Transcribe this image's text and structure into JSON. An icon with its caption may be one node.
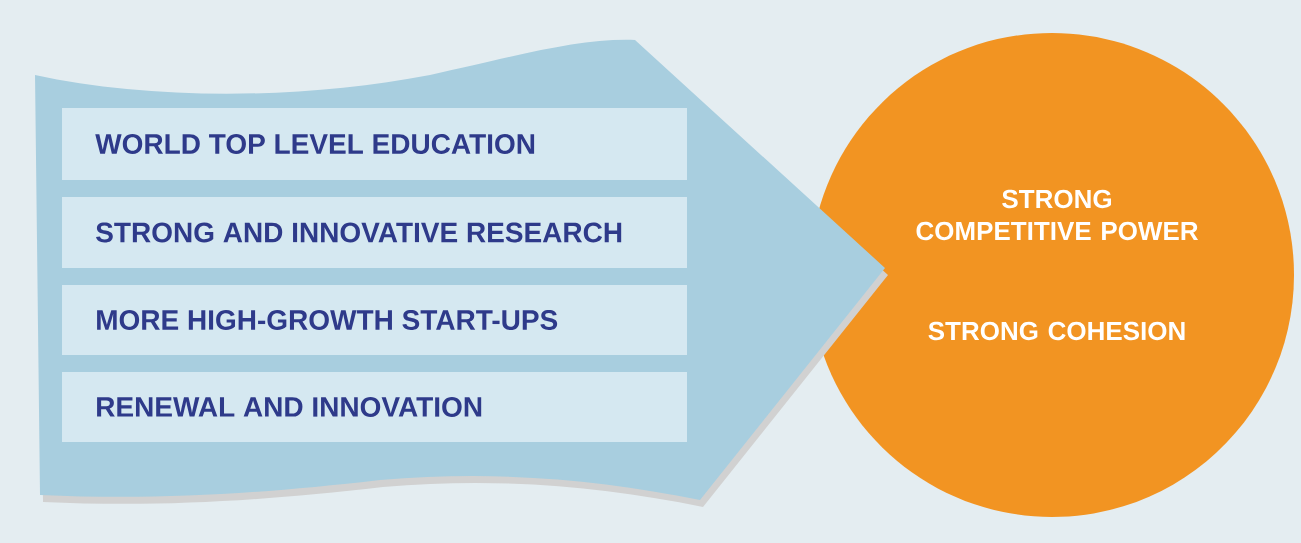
{
  "diagram": {
    "nodes": [
      {
        "text": [],
        "shape": "arrow"
      },
      {
        "text": [
          "WORLD TOP LEVEL EDUCATION"
        ],
        "in": 0
      },
      {
        "text": [
          "STRONG AND INNOVATIVE RESEARCH"
        ],
        "in": 0
      },
      {
        "text": [
          "MORE HIGH-GROWTH START-UPS"
        ],
        "in": 0
      },
      {
        "text": [
          "RENEWAL AND INNOVATION"
        ],
        "in": 0
      },
      {
        "text": [
          "STRONG COMPETITIVE POWER",
          "STRONG COHESION"
        ]
      }
    ]
  }
}
